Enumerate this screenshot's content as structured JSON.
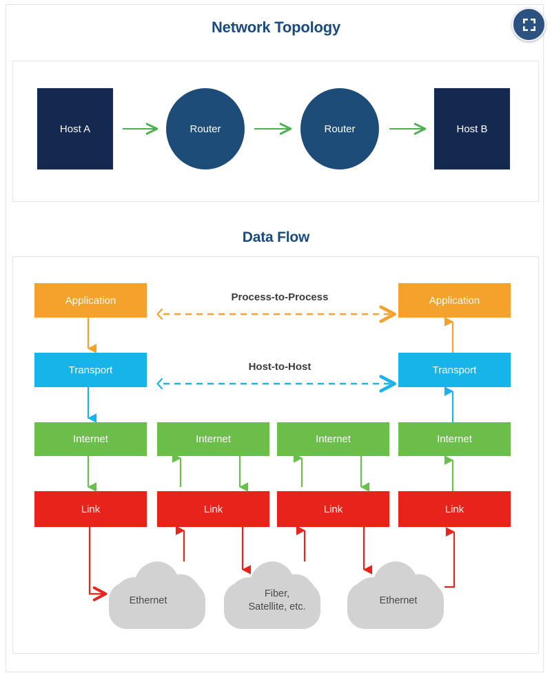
{
  "page": {
    "background": "#ffffff"
  },
  "badge": {
    "name": "expand-icon",
    "color": "#2c5282",
    "glyph": "expand-arrows"
  },
  "topology": {
    "title": "Network Topology",
    "title_color": "#1b4a7e",
    "nodes": [
      {
        "label": "Host A",
        "shape": "rect",
        "color": "#14294f"
      },
      {
        "label": "Router",
        "shape": "circle",
        "color": "#1c4c77"
      },
      {
        "label": "Router",
        "shape": "circle",
        "color": "#1c4c77"
      },
      {
        "label": "Host B",
        "shape": "rect",
        "color": "#14294f"
      }
    ],
    "connector_color": "#4caf50",
    "connector_count": 3
  },
  "dataflow": {
    "title": "Data Flow",
    "title_color": "#1b4a7e",
    "layers": {
      "application": {
        "label": "Application",
        "color": "#f4a22c"
      },
      "transport": {
        "label": "Transport",
        "color": "#17b4e9"
      },
      "internet": {
        "label": "Internet",
        "color": "#6cbe4a"
      },
      "link": {
        "label": "Link",
        "color": "#e8231c"
      }
    },
    "columns": [
      {
        "id": "host-a",
        "boxes": [
          "Application",
          "Transport",
          "Internet",
          "Link"
        ]
      },
      {
        "id": "router-1",
        "boxes": [
          "Internet",
          "Link"
        ]
      },
      {
        "id": "router-2",
        "boxes": [
          "Internet",
          "Link"
        ]
      },
      {
        "id": "host-b",
        "boxes": [
          "Application",
          "Transport",
          "Internet",
          "Link"
        ]
      }
    ],
    "peer_links": [
      {
        "label": "Process-to-Process",
        "color": "#f4a22c",
        "style": "dashed",
        "direction": "bidirectional"
      },
      {
        "label": "Host-to-Host",
        "color": "#17b4e9",
        "style": "dashed",
        "direction": "bidirectional"
      }
    ],
    "clouds": [
      {
        "label": "Ethernet",
        "color": "#d2d2d2"
      },
      {
        "label": "Fiber,\nSatellite, etc.",
        "line1": "Fiber,",
        "line2": "Satellite, etc.",
        "color": "#d2d2d2"
      },
      {
        "label": "Ethernet",
        "color": "#d2d2d2"
      }
    ]
  }
}
